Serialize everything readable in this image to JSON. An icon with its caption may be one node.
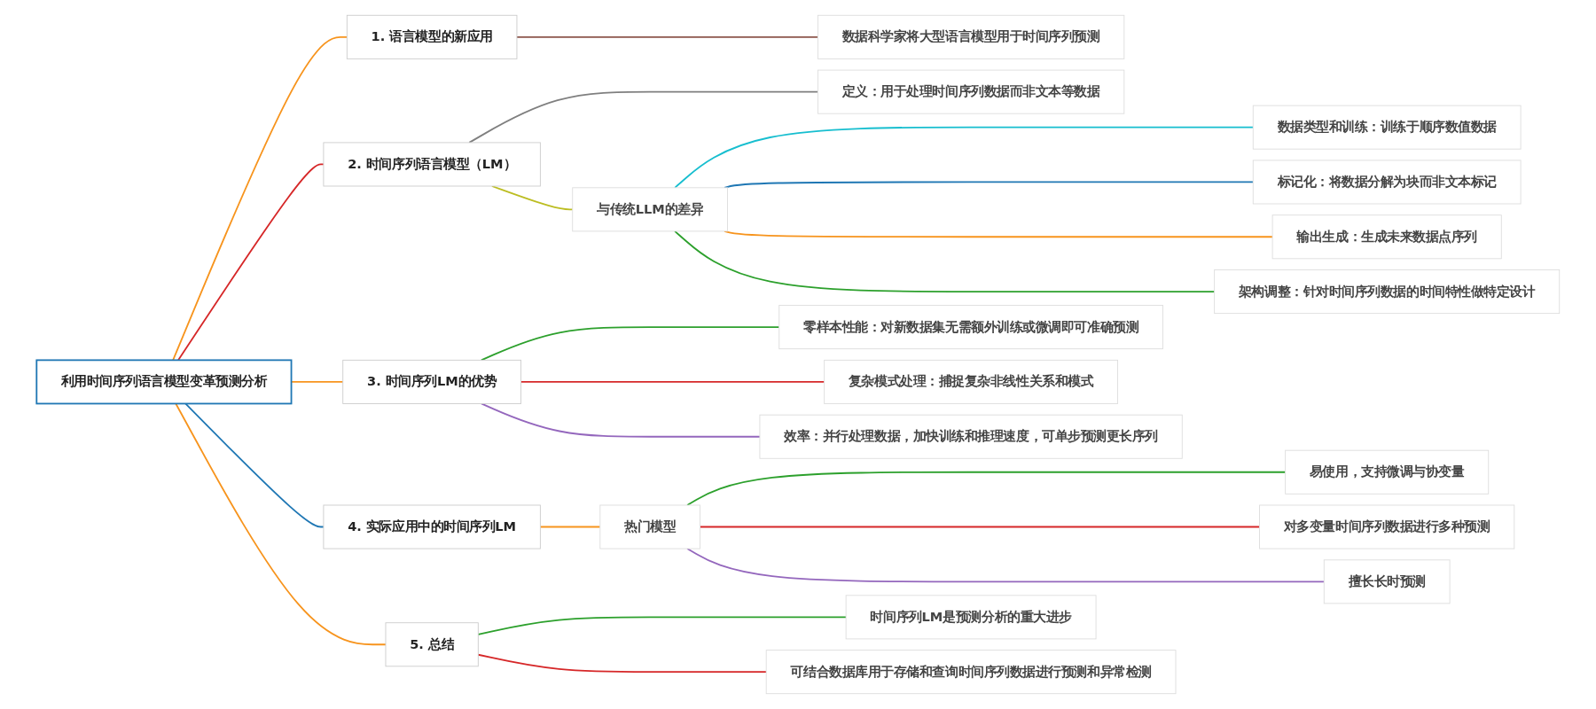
{
  "diagram": {
    "nodes": [
      {
        "text": [
          "利用时间序列语言模型变革预测分析"
        ]
      },
      {
        "text": [
          "1. 语言模型的新应用"
        ]
      },
      {
        "text": [
          "数据科学家将大型语言模型用于时间序列预测"
        ]
      },
      {
        "text": [
          "2. 时间序列语言模型（LM）"
        ]
      },
      {
        "text": [
          "定义：用于处理时间序列数据而非文本等数据"
        ]
      },
      {
        "text": [
          "与传统LLM的差异"
        ]
      },
      {
        "text": [
          "数据类型和训练：训练于顺序数值数据"
        ]
      },
      {
        "text": [
          "标记化：将数据分解为块而非文本标记"
        ]
      },
      {
        "text": [
          "输出生成：生成未来数据点序列"
        ]
      },
      {
        "text": [
          "架构调整：针对时间序列数据的时间特性做特定设计"
        ]
      },
      {
        "text": [
          "3. 时间序列LM的优势"
        ]
      },
      {
        "text": [
          "零样本性能：对新数据集无需额外训练或微调即可准确预测"
        ]
      },
      {
        "text": [
          "复杂模式处理：捕捉复杂非线性关系和模式"
        ]
      },
      {
        "text": [
          "效率：并行处理数据，加快训练和推理速度，可单步预测更长序列"
        ]
      },
      {
        "text": [
          "4. 实际应用中的时间序列LM"
        ]
      },
      {
        "text": [
          "热门模型"
        ]
      },
      {
        "text": [
          "易使用，支持微调与协变量"
        ]
      },
      {
        "text": [
          "对多变量时间序列数据进行多种预测"
        ]
      },
      {
        "text": [
          "擅长长时预测"
        ]
      },
      {
        "text": [
          "5. 总结"
        ]
      },
      {
        "text": [
          "时间序列LM是预测分析的重大进步"
        ]
      },
      {
        "text": [
          "可结合数据库用于存储和查询时间序列数据进行预测和异常检测"
        ]
      }
    ],
    "edges": [
      {
        "from": 0,
        "to": 1,
        "arrow": "none",
        "color": "#f7941d"
      },
      {
        "from": 0,
        "to": 3,
        "arrow": "none",
        "color": "#d62728"
      },
      {
        "from": 0,
        "to": 10,
        "arrow": "none",
        "color": "#f7941d"
      },
      {
        "from": 0,
        "to": 14,
        "arrow": "none",
        "color": "#1f77b4"
      },
      {
        "from": 0,
        "to": 19,
        "arrow": "none",
        "color": "#f7941d"
      },
      {
        "from": 1,
        "to": 2,
        "arrow": "none",
        "color": "#8c564b"
      },
      {
        "from": 3,
        "to": 4,
        "arrow": "none",
        "color": "#7f7f7f"
      },
      {
        "from": 3,
        "to": 5,
        "arrow": "none",
        "color": "#bcbd22"
      },
      {
        "from": 5,
        "to": 6,
        "arrow": "none",
        "color": "#17becf"
      },
      {
        "from": 5,
        "to": 7,
        "arrow": "none",
        "color": "#1f77b4"
      },
      {
        "from": 5,
        "to": 8,
        "arrow": "none",
        "color": "#f7941d"
      },
      {
        "from": 5,
        "to": 9,
        "arrow": "none",
        "color": "#2ca02c"
      },
      {
        "from": 10,
        "to": 11,
        "arrow": "none",
        "color": "#2ca02c"
      },
      {
        "from": 10,
        "to": 12,
        "arrow": "none",
        "color": "#d62728"
      },
      {
        "from": 10,
        "to": 13,
        "arrow": "none",
        "color": "#9467bd"
      },
      {
        "from": 14,
        "to": 15,
        "arrow": "none",
        "color": "#f7941d"
      },
      {
        "from": 15,
        "to": 16,
        "arrow": "none",
        "color": "#2ca02c"
      },
      {
        "from": 15,
        "to": 17,
        "arrow": "none",
        "color": "#d62728"
      },
      {
        "from": 15,
        "to": 18,
        "arrow": "none",
        "color": "#9467bd"
      },
      {
        "from": 19,
        "to": 20,
        "arrow": "none",
        "color": "#2ca02c"
      },
      {
        "from": 19,
        "to": 21,
        "arrow": "none",
        "color": "#d62728"
      }
    ]
  }
}
